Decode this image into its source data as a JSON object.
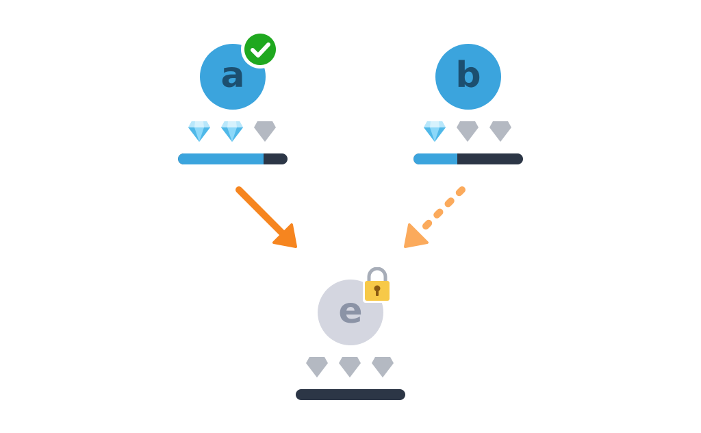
{
  "colors": {
    "unlocked_fill": "#3ba4dd",
    "unlocked_text": "#1c4f70",
    "locked_fill": "#d4d6e0",
    "locked_text": "#8b93a6",
    "progress_track": "#2c3646",
    "progress_fill": "#3ba4dd",
    "check_badge": "#1fa81f",
    "lock_body": "#f7c948",
    "lock_shackle": "#a7adb8",
    "gem_earned": "#7fd1f6",
    "gem_empty": "#b4b9c2",
    "edge_complete": "#f6851f",
    "edge_pending": "#fbaa5c"
  },
  "nodes": [
    {
      "id": "a",
      "label": "a",
      "state": "unlocked",
      "badge_icon": "checkmark-icon",
      "gems_earned": 2,
      "gems_total": 3,
      "progress": 0.78
    },
    {
      "id": "b",
      "label": "b",
      "state": "unlocked",
      "badge_icon": "",
      "gems_earned": 1,
      "gems_total": 3,
      "progress": 0.4
    },
    {
      "id": "e",
      "label": "e",
      "state": "locked",
      "badge_icon": "padlock-icon",
      "gems_earned": 0,
      "gems_total": 3,
      "progress": 0.0
    }
  ],
  "edges": [
    {
      "from": "a",
      "to": "e",
      "style": "solid",
      "icon": "arrow-icon"
    },
    {
      "from": "b",
      "to": "e",
      "style": "dashed",
      "icon": "arrow-icon"
    }
  ]
}
